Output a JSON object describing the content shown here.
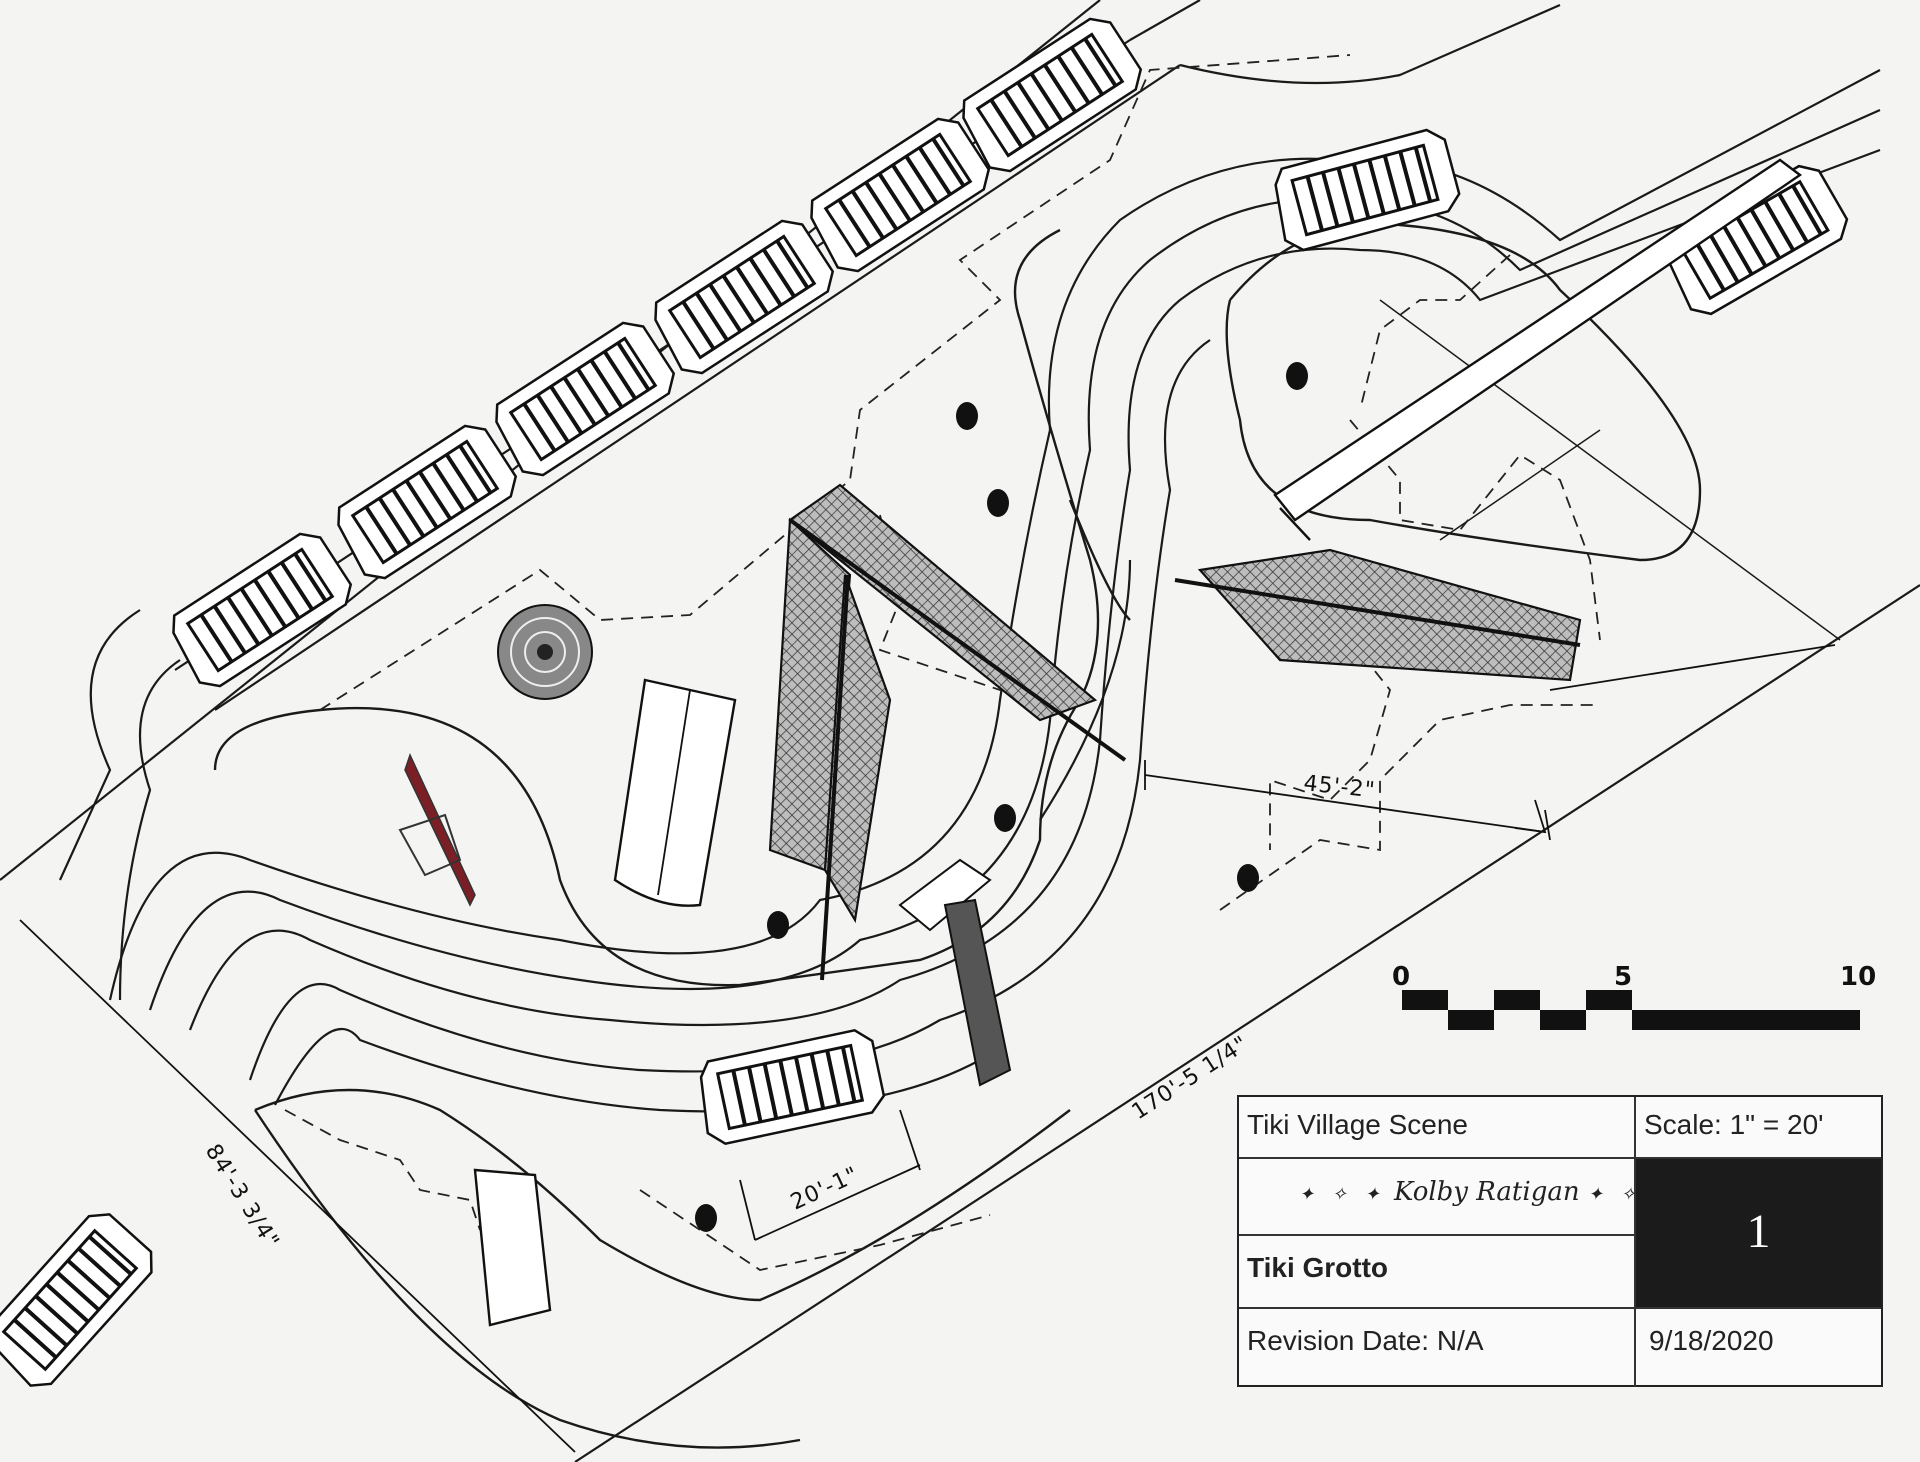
{
  "dimensions": {
    "width_45": "45'-2\"",
    "length_170": "170'-5 1/4\"",
    "width_84": "84'-3 3/4\"",
    "width_20": "20'-1\""
  },
  "scale_bar": {
    "label_0": "0",
    "label_5": "5",
    "label_10": "10"
  },
  "title_block": {
    "project": "Tiki Village Scene",
    "scale": "Scale: 1\" = 20'",
    "designer": "Kolby Ratigan",
    "drawing_title": "Tiki Grotto",
    "sheet_number": "1",
    "revision": "Revision Date: N/A",
    "date": "9/18/2020"
  },
  "colors": {
    "ink": "#1a1a1a",
    "paper": "#f4f4f2",
    "sheet_fill": "#1b1b1b",
    "accent_red": "#7a1f25"
  }
}
